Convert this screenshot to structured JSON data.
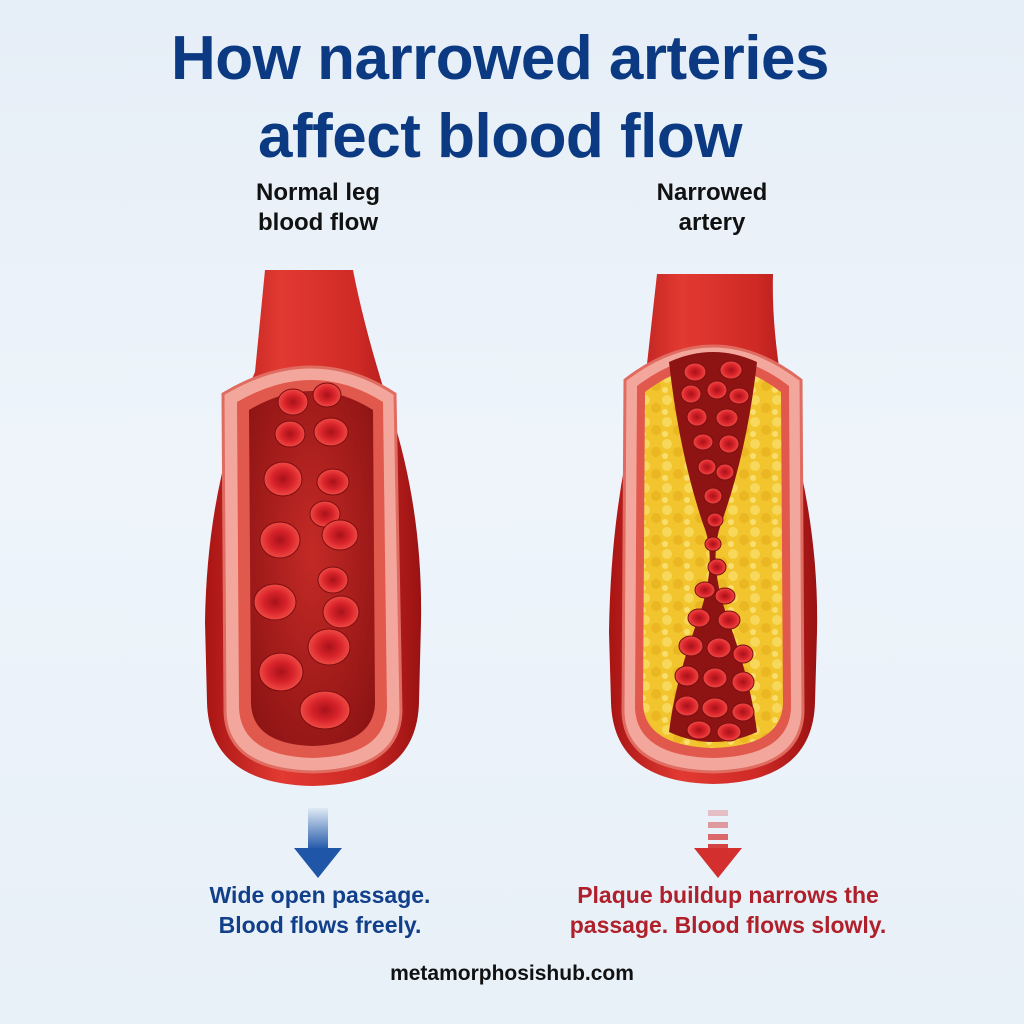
{
  "title": {
    "line1": "How narrowed arteries",
    "line2": "affect blood flow"
  },
  "panels": [
    {
      "label_lines": [
        "Normal leg",
        "blood flow"
      ],
      "caption_lines": [
        "Wide open passage.",
        "Blood flows freely."
      ],
      "color": "#123f8a"
    },
    {
      "label_lines": [
        "Narrowed",
        "artery"
      ],
      "caption_lines": [
        "Plaque buildup narrows the",
        "passage. Blood flows slowly."
      ],
      "color": "#b0202a"
    }
  ],
  "footer": "metamorphosishub.com",
  "colors": {
    "title": "#0b3a82",
    "artery_red": "#d42a2a",
    "plaque_yellow": "#f2c52e",
    "arrow_blue": "#1f56a8",
    "arrow_red": "#d32f2f"
  }
}
